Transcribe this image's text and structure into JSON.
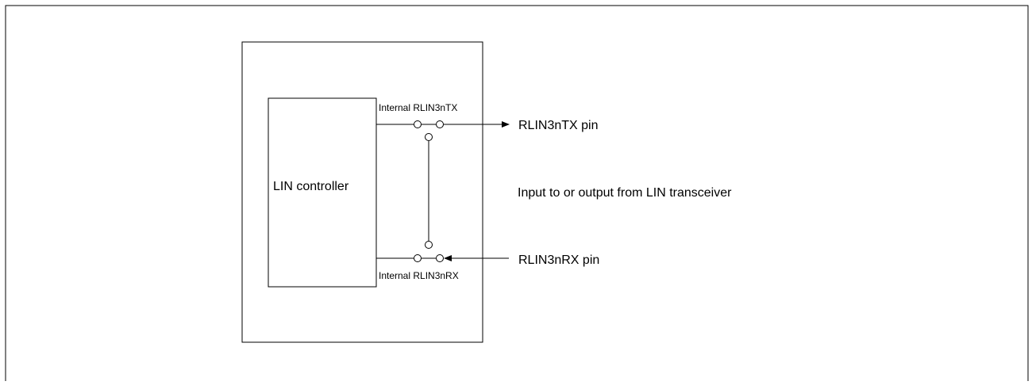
{
  "diagram": {
    "controller_label": "LIN controller",
    "internal_tx_label": "Internal RLIN3nTX",
    "internal_rx_label": "Internal RLIN3nRX",
    "tx_pin_label": "RLIN3nTX pin",
    "rx_pin_label": "RLIN3nRX pin",
    "transceiver_label": "Input to or output from LIN transceiver"
  },
  "colors": {
    "line": "#000000",
    "background": "#ffffff"
  }
}
